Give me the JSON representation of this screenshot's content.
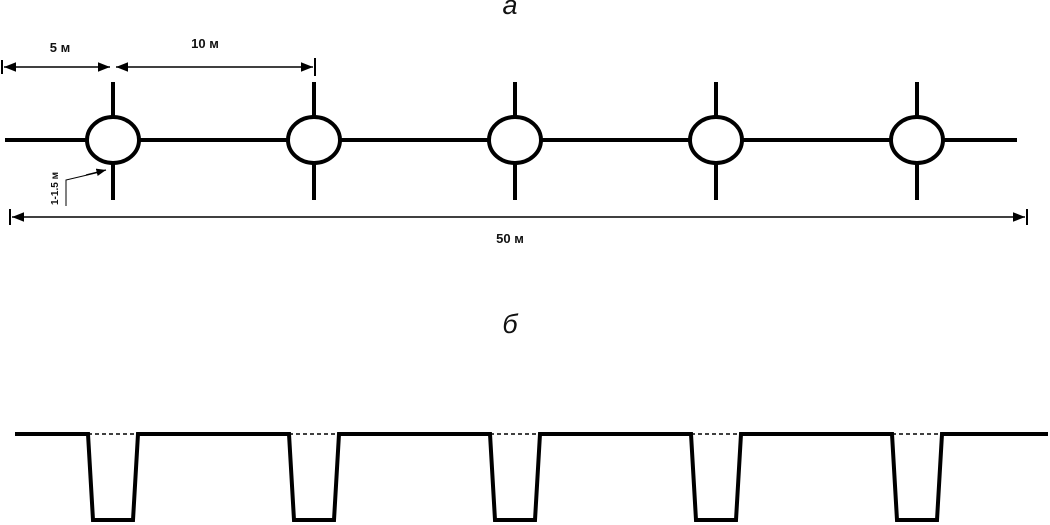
{
  "part_a": {
    "label": "а",
    "dim_first": "5 м",
    "dim_spacing": "10 м",
    "dim_total": "50 м",
    "dim_branch": "1-1.5 м",
    "well_count": 5
  },
  "part_b": {
    "label": "б",
    "pit_count": 5
  },
  "colors": {
    "stroke": "#000000",
    "background": "#ffffff"
  }
}
